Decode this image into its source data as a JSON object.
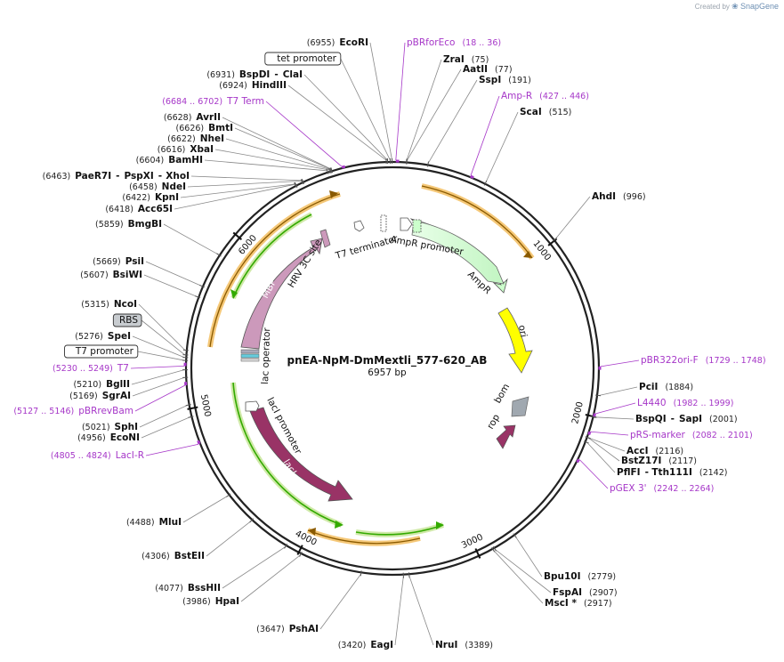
{
  "brand": {
    "created_by": "Created by",
    "name": "SnapGene"
  },
  "plasmid": {
    "name": "pnEA-NpM-DmMextli_577-620_AB",
    "size_label": "6957 bp",
    "length": 6957
  },
  "colors": {
    "primer": "#a637c8",
    "ampr": "#ccffcc",
    "ori": "#ffff00",
    "laci": "#993366",
    "mbp": "#cc99bb",
    "orf": "#33aa00",
    "orf_halo": "#f5c878",
    "rop": "#993366",
    "bom": "#a0a8b0"
  },
  "ticks": [
    "1000",
    "2000",
    "3000",
    "4000",
    "5000",
    "6000"
  ],
  "features": {
    "ampr_promoter": "AmpR promoter",
    "ampr": "AmpR",
    "ori": "ori",
    "bom": "bom",
    "rop": "rop",
    "laci": "lacI",
    "laci_promoter": "lacI promoter",
    "lac_operator": "lac operator",
    "mbp": "MBP",
    "hrv": "HRV 3C site",
    "t7_terminator": "T7 terminator"
  },
  "top_left_labels": [
    {
      "pos": "(6955)",
      "name": "EcoRI"
    },
    {
      "name": "tet promoter",
      "boxed": true
    },
    {
      "pos": "(6931)",
      "name": "BspDI",
      "name2": "ClaI"
    },
    {
      "pos": "(6924)",
      "name": "HindIII"
    },
    {
      "pos": "(6684 .. 6702)",
      "name": "T7 Term",
      "primer": true
    },
    {
      "pos": "(6628)",
      "name": "AvrII"
    },
    {
      "pos": "(6626)",
      "name": "BmtI"
    },
    {
      "pos": "(6622)",
      "name": "NheI"
    },
    {
      "pos": "(6616)",
      "name": "XbaI"
    },
    {
      "pos": "(6604)",
      "name": "BamHI"
    },
    {
      "pos": "(6463)",
      "name": "PaeR7I",
      "name2": "PspXI",
      "name3": "XhoI"
    },
    {
      "pos": "(6458)",
      "name": "NdeI"
    },
    {
      "pos": "(6422)",
      "name": "KpnI"
    },
    {
      "pos": "(6418)",
      "name": "Acc65I"
    }
  ],
  "left_labels": [
    {
      "pos": "(5859)",
      "name": "BmgBI"
    },
    {
      "pos": "(5669)",
      "name": "PsiI"
    },
    {
      "pos": "(5607)",
      "name": "BsiWI"
    },
    {
      "pos": "(5315)",
      "name": "NcoI"
    },
    {
      "name": "RBS",
      "boxed": true,
      "grey": true
    },
    {
      "pos": "(5276)",
      "name": "SpeI"
    },
    {
      "name": "T7 promoter",
      "boxed": true
    },
    {
      "pos": "(5230 .. 5249)",
      "name": "T7",
      "primer": true
    },
    {
      "pos": "(5210)",
      "name": "BglII"
    },
    {
      "pos": "(5169)",
      "name": "SgrAI"
    },
    {
      "pos": "(5127 .. 5146)",
      "name": "pBRrevBam",
      "primer": true
    },
    {
      "pos": "(5021)",
      "name": "SphI"
    },
    {
      "pos": "(4956)",
      "name": "EcoNI"
    },
    {
      "pos": "(4805 .. 4824)",
      "name": "LacI-R",
      "primer": true
    }
  ],
  "bottom_left_labels": [
    {
      "pos": "(4488)",
      "name": "MluI"
    },
    {
      "pos": "(4306)",
      "name": "BstEII"
    },
    {
      "pos": "(4077)",
      "name": "BssHII"
    },
    {
      "pos": "(3986)",
      "name": "HpaI"
    },
    {
      "pos": "(3647)",
      "name": "PshAI"
    },
    {
      "pos": "(3420)",
      "name": "EagI"
    }
  ],
  "bottom_right_labels": [
    {
      "pos": "(3389)",
      "name": "NruI"
    },
    {
      "pos": "(2917)",
      "name": "MscI *"
    },
    {
      "pos": "(2907)",
      "name": "FspAI"
    },
    {
      "pos": "(2779)",
      "name": "Bpu10I"
    }
  ],
  "top_right_labels": [
    {
      "pos": "(18 .. 36)",
      "name": "pBRforEco",
      "primer": true
    },
    {
      "pos": "(75)",
      "name": "ZraI"
    },
    {
      "pos": "(77)",
      "name": "AatII"
    },
    {
      "pos": "(191)",
      "name": "SspI"
    },
    {
      "pos": "(427 .. 446)",
      "name": "Amp-R",
      "primer": true
    },
    {
      "pos": "(515)",
      "name": "ScaI"
    },
    {
      "pos": "(996)",
      "name": "AhdI"
    }
  ],
  "right_labels": [
    {
      "pos": "(1729 .. 1748)",
      "name": "pBR322ori-F",
      "primer": true
    },
    {
      "pos": "(1884)",
      "name": "PciI"
    },
    {
      "pos": "(1982 .. 1999)",
      "name": "L4440",
      "primer": true
    },
    {
      "pos": "(2001)",
      "name": "BspQI",
      "name2": "SapI"
    },
    {
      "pos": "(2082 .. 2101)",
      "name": "pRS-marker",
      "primer": true
    },
    {
      "pos": "(2116)",
      "name": "AccI"
    },
    {
      "pos": "(2117)",
      "name": "BstZ17I"
    },
    {
      "pos": "(2142)",
      "name": "PflFI",
      "name2": "Tth111I"
    },
    {
      "pos": "(2242 .. 2264)",
      "name": "pGEX 3'",
      "primer": true
    }
  ]
}
